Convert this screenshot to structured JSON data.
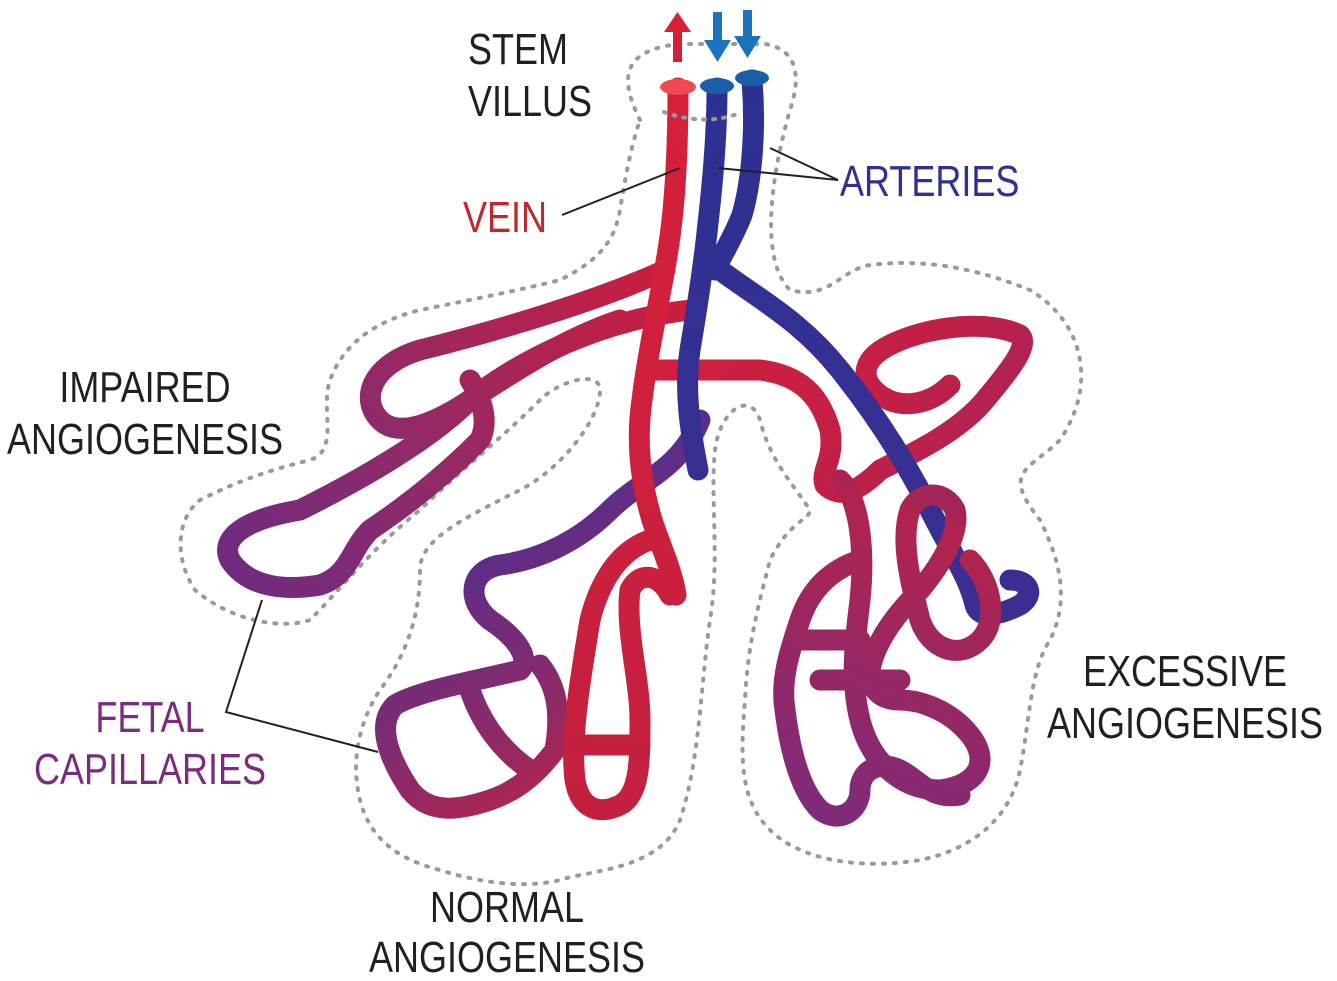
{
  "labels": {
    "stem_villus": [
      "STEM",
      "VILLUS"
    ],
    "vein": "VEIN",
    "arteries": "ARTERIES",
    "impaired": [
      "IMPAIRED",
      "ANGIOGENESIS"
    ],
    "fetal_capillaries": [
      "FETAL",
      "CAPILLARIES"
    ],
    "normal": [
      "NORMAL",
      "ANGIOGENESIS"
    ],
    "excessive": [
      "EXCESSIVE",
      "ANGIOGENESIS"
    ]
  },
  "colors": {
    "vein": "#d71f3a",
    "artery": "#2b3192",
    "capillary": "#7b2c7f",
    "flow_up_arrow": "#d71f3a",
    "flow_down_arrow": "#1c75bc",
    "text": "#231f20",
    "outline": "#9a9a9a"
  },
  "icons": {
    "flow_up": "arrow-up-icon",
    "flow_down": "arrow-down-icon"
  }
}
